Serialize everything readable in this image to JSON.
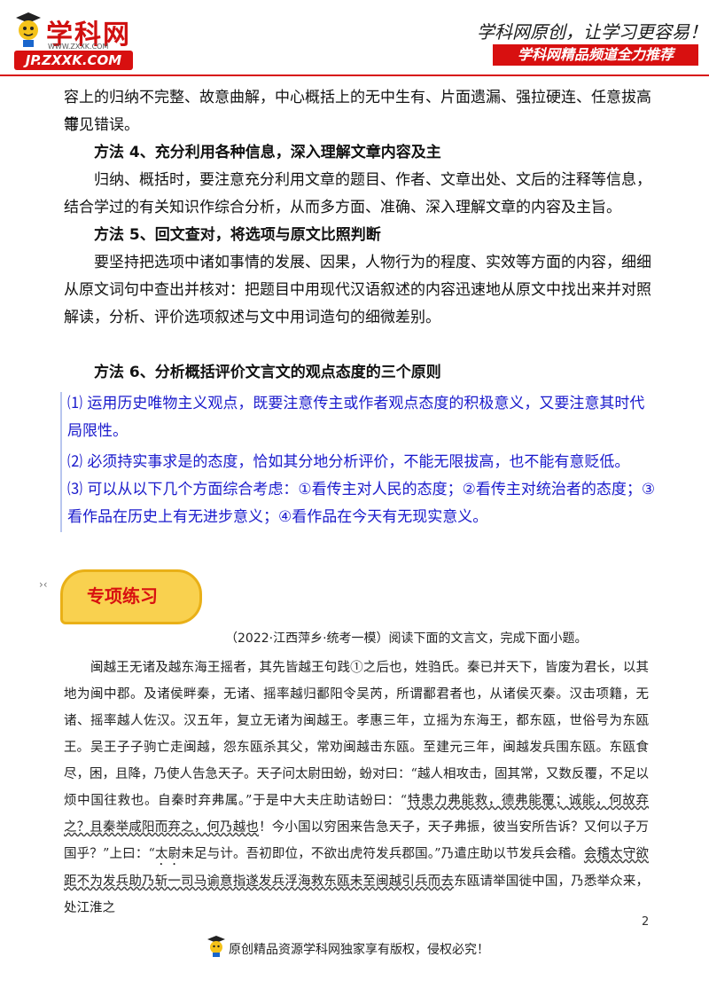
{
  "header": {
    "logo_text": "学科网",
    "logo_sub": "WWW.ZXXK.COM",
    "logo_url": "JP.ZXXK.COM",
    "slogan": "学科网原创，让学习更容易！",
    "banner": "学科网精品频道全力推荐"
  },
  "intro": {
    "line1": "容上的归纳不完整、故意曲解，中心概括上的无中生有、片面遗漏、强拉硬连、任意拔高等",
    "line2": "常见错误。"
  },
  "method4": {
    "heading": "方法 4、充分利用各种信息，深入理解文章内容及主",
    "body": "归纳、概括时，要注意充分利用文章的题目、作者、文章出处、文后的注释等信息，结合学过的有关知识作综合分析，从而多方面、准确、深入理解文章的内容及主旨。"
  },
  "method5": {
    "heading": "方法 5、回文查对，将选项与原文比照判断",
    "body": "要坚持把选项中诸如事情的发展、因果，人物行为的程度、实效等方面的内容，细细从原文词句中查出并核对：把题目中用现代汉语叙述的内容迅速地从原文中找出来并对照解读，分析、评价选项叙述与文中用词造句的细微差别。"
  },
  "method6": {
    "heading": "方法 6、分析概括评价文言文的观点态度的三个原则",
    "principles": [
      "⑴ 运用历史唯物主义观点，既要注意传主或作者观点态度的积极意义，又要注意其时代局限性。",
      "⑵ 必须持实事求是的态度，恰如其分地分析评价，不能无限拔高，也不能有意贬低。",
      "⑶ 可以从以下几个方面综合考虑：①看传主对人民的态度；②看传主对统治者的态度；③看作品在历史上有无进步意义；④看作品在今天有无现实意义。"
    ]
  },
  "section_badge": "专项练习",
  "exercise": {
    "source": "（2022·江西萍乡·统考一模）阅读下面的文言文，完成下面小题。",
    "para1": "闽越王无诸及越东海王摇者，其先皆越王句践①之后也，姓驺氏。秦已并天下，皆废为君长，以其地为闽中郡。及诸侯畔秦，无诸、摇率越归鄱阳令吴芮，所谓鄱君者也，从诸侯灭秦。汉击项籍，无诸、摇率越人佐汉。汉五年，复立无诸为闽越王。孝惠三年，立摇为东海王，都东瓯，世俗号为东瓯王。",
    "para2_a": "吴王子子驹亡走闽越，怨东瓯杀其父，常劝闽越击东瓯。至建元三年，闽越发兵围东瓯。东瓯食尽，困，且降，乃使人告急天子。天子问太尉田蚡，蚡对曰：“越人相攻击，固其常，又数反覆，不足以烦中国往救也。自秦时弃弗属。”于是中大夫庄助诘蚡曰：“",
    "para2_u1": "特患力弗能救，德弗能覆；诚能，何故弃之？且秦举咸阳而弃之，何乃越也",
    "para2_b": "！今小国以穷困来告急天子，天子弗振，彼当安所告诉？又何以子万国乎？”上曰：“",
    "para2_dot": "太尉",
    "para2_c": "未足与计。吾初即位，不欲出虎符发兵郡国。”乃遣庄助以节发兵会稽。",
    "para2_u2": "会稽太守欲距不为发兵助乃斩一司马谕意指遂发兵浮海救东瓯未至闽越引兵而去",
    "para2_d": "东瓯请举国徙中国，乃悉举众来，处江淮之"
  },
  "page_number": "2",
  "footer": "原创精品资源学科网独家享有版权，侵权必究！"
}
